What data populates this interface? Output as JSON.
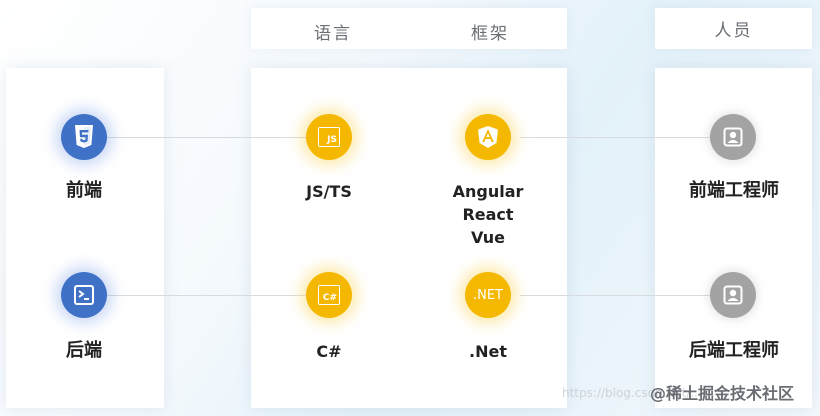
{
  "headers": {
    "language": "语言",
    "framework": "框架",
    "people": "人员"
  },
  "rows": [
    {
      "category": "前端",
      "category_icon": "html5-icon",
      "language": "JS/TS",
      "language_icon": "js-icon",
      "frameworks": [
        "Angular",
        "React",
        "Vue"
      ],
      "framework_icon": "angular-icon",
      "role": "前端工程师",
      "role_icon": "person-icon"
    },
    {
      "category": "后端",
      "category_icon": "terminal-icon",
      "language": "C#",
      "language_icon": "csharp-icon",
      "frameworks": [
        ".Net"
      ],
      "framework_icon": "dotnet-icon",
      "framework_icon_text": ".NET",
      "role": "后端工程师",
      "role_icon": "person-icon"
    }
  ],
  "icon_text": {
    "js": "JS",
    "csharp": "C#"
  },
  "colors": {
    "category_icon": "#3f72c7",
    "tech_icon": "#f5b800",
    "role_icon": "#a3a3a3"
  },
  "watermark": "https://blog.csdn.net/...",
  "brand": "@稀土掘金技术社区"
}
